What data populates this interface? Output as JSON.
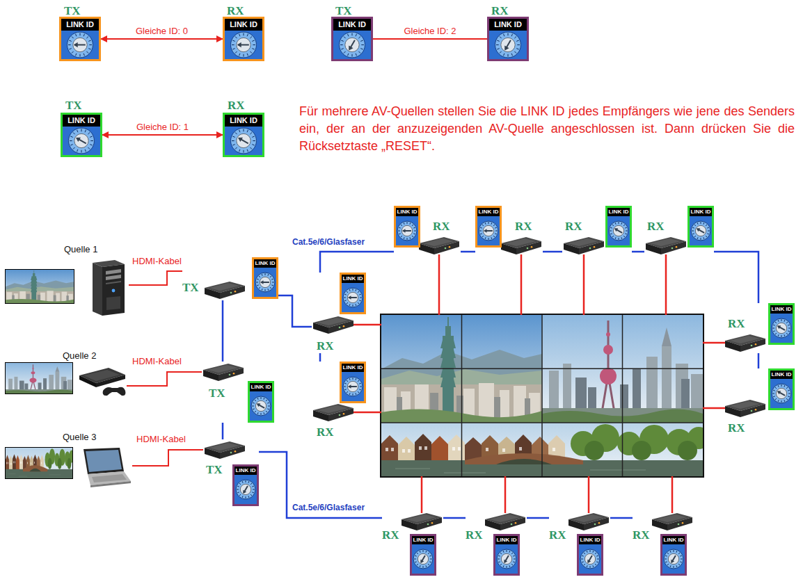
{
  "diagram": {
    "nodes": [
      {
        "text": [
          "TX",
          "LINK ID"
        ]
      },
      {
        "text": [
          "RX",
          "LINK ID"
        ]
      },
      {
        "text": [
          "TX",
          "LINK ID"
        ]
      },
      {
        "text": [
          "RX",
          "LINK ID"
        ]
      },
      {
        "text": [
          "TX",
          "LINK ID"
        ]
      },
      {
        "text": [
          "RX",
          "LINK ID"
        ]
      },
      {
        "text": [
          "Quelle 1"
        ]
      },
      {
        "text": [
          "TX",
          "LINK ID"
        ]
      },
      {
        "text": [
          "Quelle 2"
        ]
      },
      {
        "text": [
          "TX",
          "LINK ID"
        ]
      },
      {
        "text": [
          "Quelle 3"
        ]
      },
      {
        "text": [
          "TX",
          "LINK ID"
        ]
      },
      {
        "text": [
          "RX",
          "LINK ID"
        ]
      },
      {
        "text": [
          "RX",
          "LINK ID"
        ]
      },
      {
        "text": [
          "RX",
          "LINK ID"
        ]
      },
      {
        "text": [
          "RX",
          "LINK ID"
        ]
      },
      {
        "text": [
          "RX",
          "LINK ID"
        ]
      },
      {
        "text": [
          "RX",
          "LINK ID"
        ]
      },
      {
        "text": [
          "RX",
          "LINK ID"
        ]
      },
      {
        "text": [
          "RX",
          "LINK ID"
        ]
      },
      {
        "text": [
          "RX",
          "LINK ID"
        ]
      },
      {
        "text": [
          "RX",
          "LINK ID"
        ]
      },
      {
        "text": [
          "RX",
          "LINK ID"
        ]
      },
      {
        "text": [
          "RX",
          "LINK ID"
        ]
      }
    ],
    "edges": [
      {
        "from": 0,
        "to": 1,
        "arrow": "both",
        "label": "Gleiche ID: 0"
      },
      {
        "from": 2,
        "to": 3,
        "arrow": "none",
        "label": "Gleiche ID: 2"
      },
      {
        "from": 4,
        "to": 5,
        "arrow": "both",
        "label": "Gleiche ID: 1"
      },
      {
        "from": 6,
        "to": 7,
        "arrow": "none",
        "label": "HDMI-Kabel"
      },
      {
        "from": 8,
        "to": 9,
        "arrow": "none",
        "label": "HDMI-Kabel"
      },
      {
        "from": 10,
        "to": 11,
        "arrow": "none",
        "label": "HDMI-Kabel"
      },
      {
        "from": 7,
        "to": 9,
        "arrow": "none"
      },
      {
        "from": 9,
        "to": 11,
        "arrow": "none"
      },
      {
        "from": 7,
        "to": 16,
        "arrow": "none"
      },
      {
        "from": 16,
        "to": 12,
        "arrow": "none",
        "label": "Cat.5e/6/Glasfaser"
      },
      {
        "from": 16,
        "to": 17,
        "arrow": "none"
      },
      {
        "from": 12,
        "to": 13,
        "arrow": "none"
      },
      {
        "from": 13,
        "to": 14,
        "arrow": "none"
      },
      {
        "from": 14,
        "to": 15,
        "arrow": "none"
      },
      {
        "from": 15,
        "to": 18,
        "arrow": "none"
      },
      {
        "from": 18,
        "to": 19,
        "arrow": "none"
      },
      {
        "from": 11,
        "to": 20,
        "arrow": "none",
        "label": "Cat.5e/6/Glasfaser"
      },
      {
        "from": 20,
        "to": 21,
        "arrow": "none"
      },
      {
        "from": 21,
        "to": 22,
        "arrow": "none"
      },
      {
        "from": 22,
        "to": 23,
        "arrow": "none"
      }
    ],
    "labels": [
      "Für mehrere AV-Quellen stellen Sie die LINK ID jedes Empfängers wie jene des Senders ein, der an der anzuzeigenden AV-Quelle angeschlossen ist. Dann drücken Sie die Rücksetztaste „RESET“."
    ]
  }
}
